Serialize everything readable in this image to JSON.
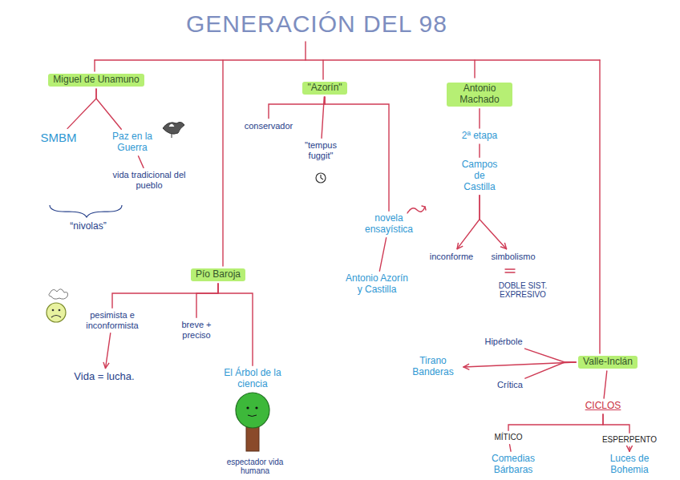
{
  "diagram": {
    "title": "GENERACIÓN DEL 98",
    "nodes": [
      {
        "text": [
          "Miguel de Unamuno"
        ]
      },
      {
        "text": [
          "SMBM"
        ]
      },
      {
        "text": [
          "Paz en la Guerra"
        ]
      },
      {
        "text": [
          "vida tradicional del pueblo"
        ]
      },
      {
        "text": [
          "\"Azorín\""
        ]
      },
      {
        "text": [
          "conservador"
        ]
      },
      {
        "text": [
          "\"tempus fuggit\""
        ]
      },
      {
        "text": [
          "novela ensayística"
        ]
      },
      {
        "text": [
          "Antonio Azorín y Castilla"
        ]
      },
      {
        "text": [
          "Antonio Machado"
        ]
      },
      {
        "text": [
          "2ª etapa"
        ]
      },
      {
        "text": [
          "Campos de Castilla"
        ]
      },
      {
        "text": [
          "inconforme"
        ]
      },
      {
        "text": [
          "simbolismo"
        ]
      },
      {
        "text": [
          "DOBLE SIST. EXPRESIVO"
        ]
      },
      {
        "text": [
          "Pío Baroja"
        ]
      },
      {
        "text": [
          "pesimista e inconformista"
        ]
      },
      {
        "text": [
          "breve + preciso"
        ]
      },
      {
        "text": [
          "Vida = lucha."
        ]
      },
      {
        "text": [
          "El Árbol de la ciencia"
        ]
      },
      {
        "text": [
          "espectador vida humana"
        ]
      },
      {
        "text": [
          "Hipérbole"
        ]
      },
      {
        "text": [
          "Tirano Banderas"
        ]
      },
      {
        "text": [
          "Valle-Inclán"
        ]
      },
      {
        "text": [
          "Crítica"
        ]
      },
      {
        "text": [
          "CICLOS"
        ]
      },
      {
        "text": [
          "MÍTICO"
        ]
      },
      {
        "text": [
          "ESPERPENTO"
        ]
      },
      {
        "text": [
          "Comedias Bárbaras"
        ]
      },
      {
        "text": [
          "Luces de Bohemia"
        ]
      }
    ],
    "edges": [
      {
        "from": 0,
        "to": 1,
        "arrow": "none"
      },
      {
        "from": 0,
        "to": 2,
        "arrow": "none"
      },
      {
        "from": 2,
        "to": 3,
        "arrow": "none"
      },
      {
        "from": 4,
        "to": 5,
        "arrow": "none"
      },
      {
        "from": 4,
        "to": 6,
        "arrow": "none"
      },
      {
        "from": 4,
        "to": 7,
        "arrow": "none"
      },
      {
        "from": 7,
        "to": 8,
        "arrow": "none"
      },
      {
        "from": 9,
        "to": 10,
        "arrow": "none"
      },
      {
        "from": 10,
        "to": 11,
        "arrow": "none"
      },
      {
        "from": 11,
        "to": 12,
        "arrow": "to"
      },
      {
        "from": 11,
        "to": 13,
        "arrow": "to"
      },
      {
        "from": 15,
        "to": 16,
        "arrow": "none"
      },
      {
        "from": 15,
        "to": 17,
        "arrow": "none"
      },
      {
        "from": 15,
        "to": 19,
        "arrow": "none"
      },
      {
        "from": 16,
        "to": 18,
        "arrow": "to"
      },
      {
        "from": 23,
        "to": 21,
        "arrow": "none"
      },
      {
        "from": 23,
        "to": 24,
        "arrow": "none"
      },
      {
        "from": 23,
        "to": 22,
        "arrow": "to"
      },
      {
        "from": 23,
        "to": 25,
        "arrow": "none"
      },
      {
        "from": 25,
        "to": 26,
        "arrow": "none"
      },
      {
        "from": 25,
        "to": 27,
        "arrow": "none"
      },
      {
        "from": 26,
        "to": 28,
        "arrow": "none"
      },
      {
        "from": 27,
        "to": 29,
        "arrow": "to"
      }
    ],
    "labels": [
      "“nivolas”"
    ]
  }
}
